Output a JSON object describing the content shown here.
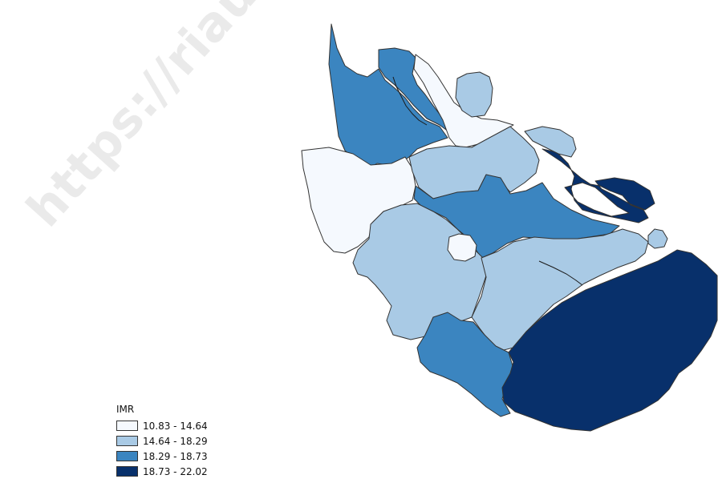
{
  "watermark": {
    "text": "https://riau.bps.go.id"
  },
  "colors": {
    "class1": "#f5f9fe",
    "class2": "#a9cae5",
    "class3": "#3b85c0",
    "class4": "#08306b"
  },
  "regions": [
    {
      "name": "region-northwest",
      "class": 3
    },
    {
      "name": "region-north-island",
      "class": 3
    },
    {
      "name": "region-north-strip",
      "class": 1
    },
    {
      "name": "region-small-island-north",
      "class": 2
    },
    {
      "name": "region-west",
      "class": 1
    },
    {
      "name": "region-central-north",
      "class": 2
    },
    {
      "name": "region-central",
      "class": 3
    },
    {
      "name": "region-southwest",
      "class": 2
    },
    {
      "name": "region-city-enclave",
      "class": 1
    },
    {
      "name": "region-south-central",
      "class": 2
    },
    {
      "name": "region-south",
      "class": 3
    },
    {
      "name": "region-southeast",
      "class": 4
    },
    {
      "name": "region-east-islands",
      "class": 4
    },
    {
      "name": "region-east-island-top",
      "class": 2
    },
    {
      "name": "region-east-islet",
      "class": 2
    }
  ],
  "legend": {
    "title": "IMR",
    "items": [
      {
        "label": "10.83 - 14.64",
        "class": 1
      },
      {
        "label": "14.64 - 18.29",
        "class": 2
      },
      {
        "label": "18.29 - 18.73",
        "class": 3
      },
      {
        "label": "18.73 - 22.02",
        "class": 4
      }
    ]
  }
}
